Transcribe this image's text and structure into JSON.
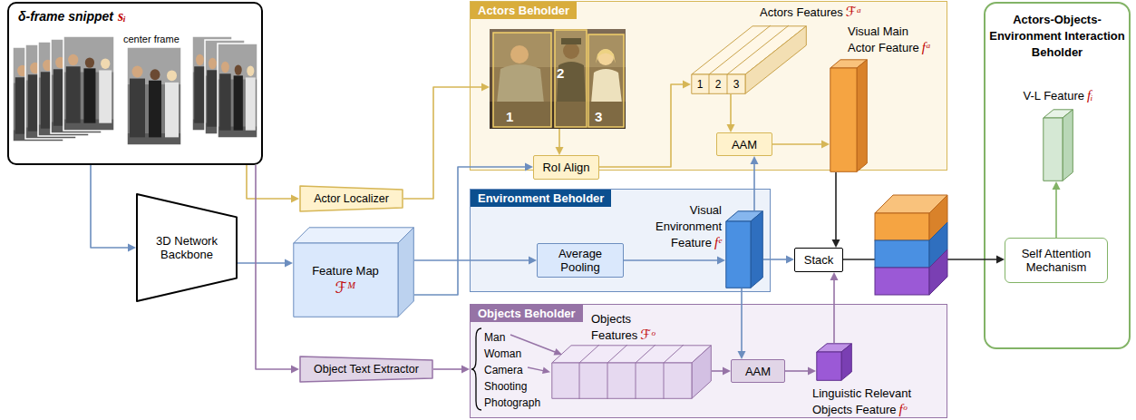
{
  "diagram": {
    "nodes": [
      {
        "text": [
          "δ-frame snippet",
          "sᵢ"
        ]
      },
      {
        "text": [
          "3D Network Backbone"
        ]
      },
      {
        "text": [
          "Feature Map",
          "ℱᴹ"
        ]
      },
      {
        "text": [
          "Actor Localizer"
        ]
      },
      {
        "text": [
          "Object Text Extractor"
        ]
      },
      {
        "text": [
          "Actors Beholder"
        ]
      },
      {
        "text": [
          "1",
          "2",
          "3"
        ],
        "in": 5
      },
      {
        "text": [
          "RoI Align"
        ],
        "in": 5
      },
      {
        "text": [
          "Actors Features",
          "ℱᵃ",
          "1",
          "2",
          "3"
        ],
        "in": 5
      },
      {
        "text": [
          "AAM"
        ],
        "in": 5
      },
      {
        "text": [
          "Visual Main Actor Feature",
          "fᵃ"
        ],
        "in": 5
      },
      {
        "text": [
          "Environment Beholder"
        ]
      },
      {
        "text": [
          "Average Pooling"
        ],
        "in": 11
      },
      {
        "text": [
          "Visual Environment Feature",
          "fᵉ"
        ],
        "in": 11
      },
      {
        "text": [
          "Objects Beholder"
        ]
      },
      {
        "text": [
          "Objects Features",
          "ℱᵒ"
        ],
        "in": 14
      },
      {
        "text": [
          "AAM"
        ],
        "in": 14
      },
      {
        "text": [
          "Linguistic Relevant Objects Feature",
          "fᵒ"
        ],
        "in": 14
      },
      {
        "text": [
          "Stack"
        ]
      },
      {
        "text": [
          "Actors-Objects-Environment Interaction Beholder"
        ]
      },
      {
        "text": [
          "V-L Feature",
          "fᵢ"
        ],
        "in": 19
      },
      {
        "text": [
          "Self Attention Mechanism"
        ],
        "in": 19
      }
    ],
    "edges": [
      {
        "from": 0,
        "to": 1,
        "arrow": "to"
      },
      {
        "from": 1,
        "to": 2,
        "arrow": "to"
      },
      {
        "from": 0,
        "to": 3,
        "arrow": "to"
      },
      {
        "from": 0,
        "to": 4,
        "arrow": "to"
      },
      {
        "from": 3,
        "to": 6,
        "arrow": "to"
      },
      {
        "from": 6,
        "to": 7,
        "arrow": "to"
      },
      {
        "from": 2,
        "to": 7,
        "arrow": "to"
      },
      {
        "from": 7,
        "to": 8,
        "arrow": "to"
      },
      {
        "from": 8,
        "to": 9,
        "arrow": "to"
      },
      {
        "from": 9,
        "to": 10,
        "arrow": "to"
      },
      {
        "from": 2,
        "to": 12,
        "arrow": "to"
      },
      {
        "from": 12,
        "to": 13,
        "arrow": "to"
      },
      {
        "from": 13,
        "to": 9,
        "arrow": "to"
      },
      {
        "from": 13,
        "to": 16,
        "arrow": "to"
      },
      {
        "from": 13,
        "to": 18,
        "arrow": "to"
      },
      {
        "from": 10,
        "to": 18,
        "arrow": "to"
      },
      {
        "from": 4,
        "to": 14,
        "arrow": "to"
      },
      {
        "from": 15,
        "to": 16,
        "arrow": "to"
      },
      {
        "from": 16,
        "to": 17,
        "arrow": "to"
      },
      {
        "from": 17,
        "to": 18,
        "arrow": "to"
      },
      {
        "from": 18,
        "to": 21,
        "arrow": "to"
      },
      {
        "from": 21,
        "to": 20,
        "arrow": "to"
      }
    ],
    "labels": [
      "center frame",
      "Man",
      "Woman",
      "Camera",
      "Shooting",
      "Photograph"
    ]
  }
}
